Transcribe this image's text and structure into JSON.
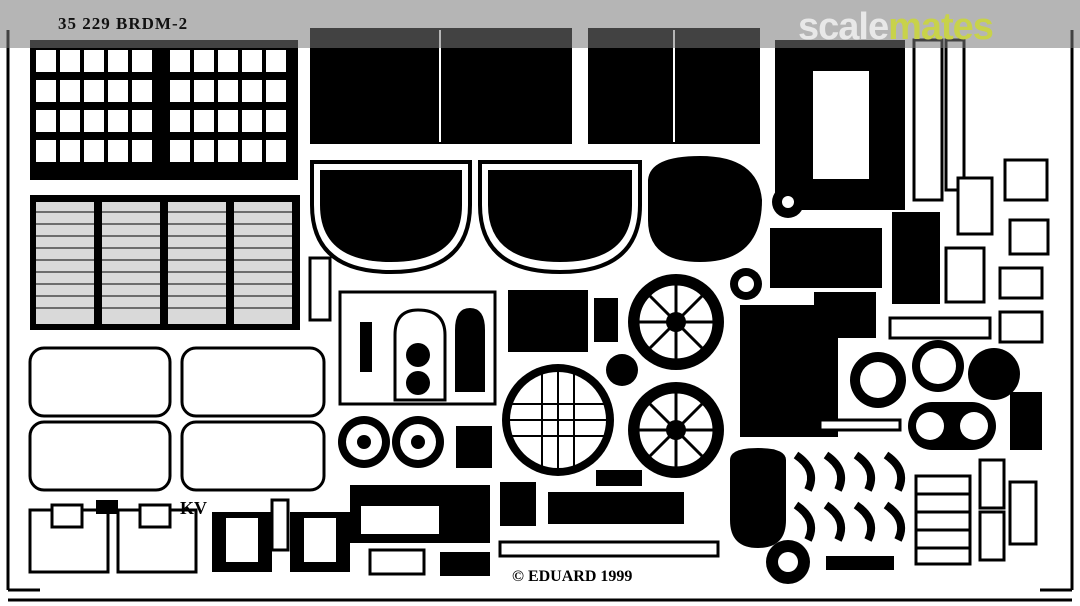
{
  "header": {
    "fret_code": "35 229  BRDM-2"
  },
  "watermark": {
    "part_a": "scale",
    "part_b": "mates",
    "color_a": "#e8e8e8",
    "color_b": "#c8d24a"
  },
  "footer": {
    "copyright": "© EDUARD 1999"
  },
  "marks": {
    "kv": "KV"
  },
  "colors": {
    "metal": "#000000",
    "background": "#ffffff"
  }
}
